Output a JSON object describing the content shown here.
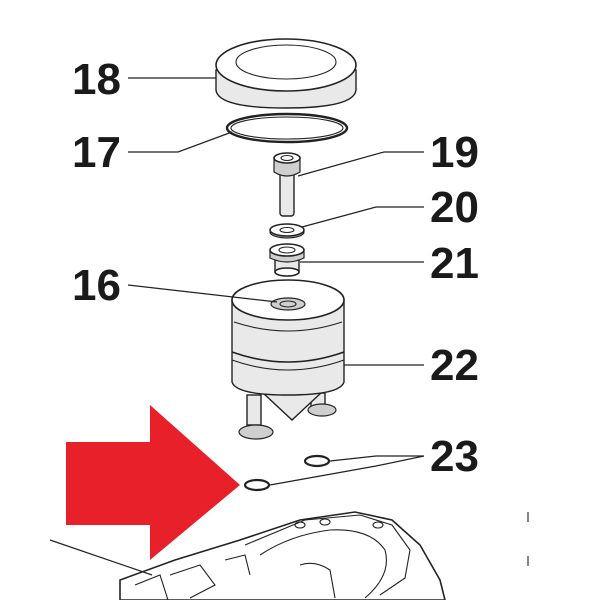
{
  "callouts": {
    "c16": "16",
    "c17": "17",
    "c18": "18",
    "c19": "19",
    "c20": "20",
    "c21": "21",
    "c22": "22",
    "c23": "23"
  },
  "colors": {
    "arrow": "#e8202a",
    "line": "#222222",
    "shade": "#e9e9e9"
  }
}
